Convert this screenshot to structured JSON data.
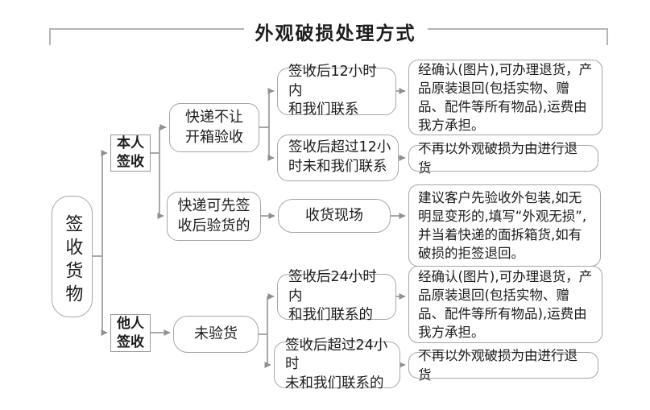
{
  "title": "外观破损处理方式",
  "colors": {
    "line": "#9f9f9f",
    "box_border": "#a6a6a6",
    "text": "#1c1c1c",
    "background": "#ffffff"
  },
  "nodes": {
    "root": "签收货物",
    "self_sign": "本人\n签收",
    "other_sign": "他人\n签收",
    "courier_no_open": "快递不让\n开箱验收",
    "courier_sign_first": "快递可先签\n收后验货的",
    "contact_within_12h": "签收后12小时内\n和我们联系",
    "contact_over_12h": "签收后超过12小\n时未和我们联系",
    "receiving_scene": "收货现场",
    "not_inspected": "未验货",
    "contact_within_24h": "签收后24小时内\n和我们联系的",
    "contact_over_24h": "签收后超过24小时\n未和我们联系的",
    "refund_allowed_top": "经确认(图片),可办理退货，产品原装退回(包括实物、赠品、配件等所有物品),运费由我方承担。",
    "refund_denied_top": "不再以外观破损为由进行退货",
    "inspection_advice": "建议客户先验收外包装,如无明显变形的,填写“外观无损”,并当着快递的面拆箱货,如有破损的拒签退回。",
    "refund_allowed_bottom": "经确认(图片),可办理退货，产品原装退回(包括实物、赠品、配件等所有物品),运费由我方承担。",
    "refund_denied_bottom": "不再以外观破损为由进行退货"
  }
}
